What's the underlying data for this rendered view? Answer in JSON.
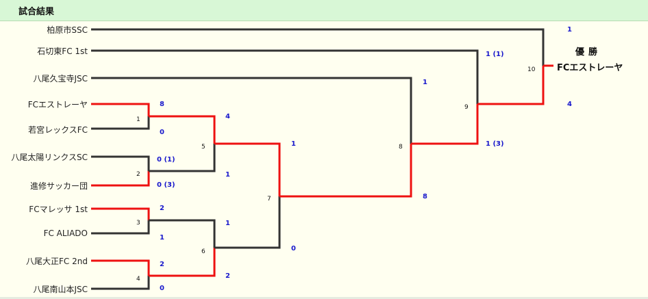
{
  "header": {
    "title": "試合結果"
  },
  "teams": [
    "柏原市SSC",
    "石切東FC 1st",
    "八尾久宝寺JSC",
    "FCエストレーヤ",
    "若宮レックスFC",
    "八尾太陽リンクスSC",
    "進修サッカー団",
    "FCマレッサ 1st",
    "FC ALIADO",
    "八尾大正FC 2nd",
    "八尾南山本JSC"
  ],
  "match_numbers": [
    "1",
    "2",
    "3",
    "4",
    "5",
    "6",
    "7",
    "8",
    "9",
    "10"
  ],
  "scores": {
    "m1_top": "8",
    "m1_bottom": "0",
    "m2_top": "0 (1)",
    "m2_bottom": "0 (3)",
    "m3_top": "2",
    "m3_bottom": "1",
    "m4_top": "2",
    "m4_bottom": "0",
    "m5_top": "4",
    "m5_bottom": "1",
    "m6_top": "1",
    "m6_bottom": "2",
    "m7_top": "1",
    "m7_bottom": "0",
    "m8_top": "1",
    "m8_bottom": "8",
    "m9_top": "1 (1)",
    "m9_bottom": "1 (3)",
    "m10_top": "1",
    "m10_bottom": "4"
  },
  "champion": {
    "label": "優勝",
    "team": "FCエストレーヤ"
  },
  "colors": {
    "winner_line": "#ee1111",
    "loser_line": "#333333",
    "score": "#1818cc",
    "header_bg": "#d8f7d6",
    "page_bg": "#fffff0"
  }
}
